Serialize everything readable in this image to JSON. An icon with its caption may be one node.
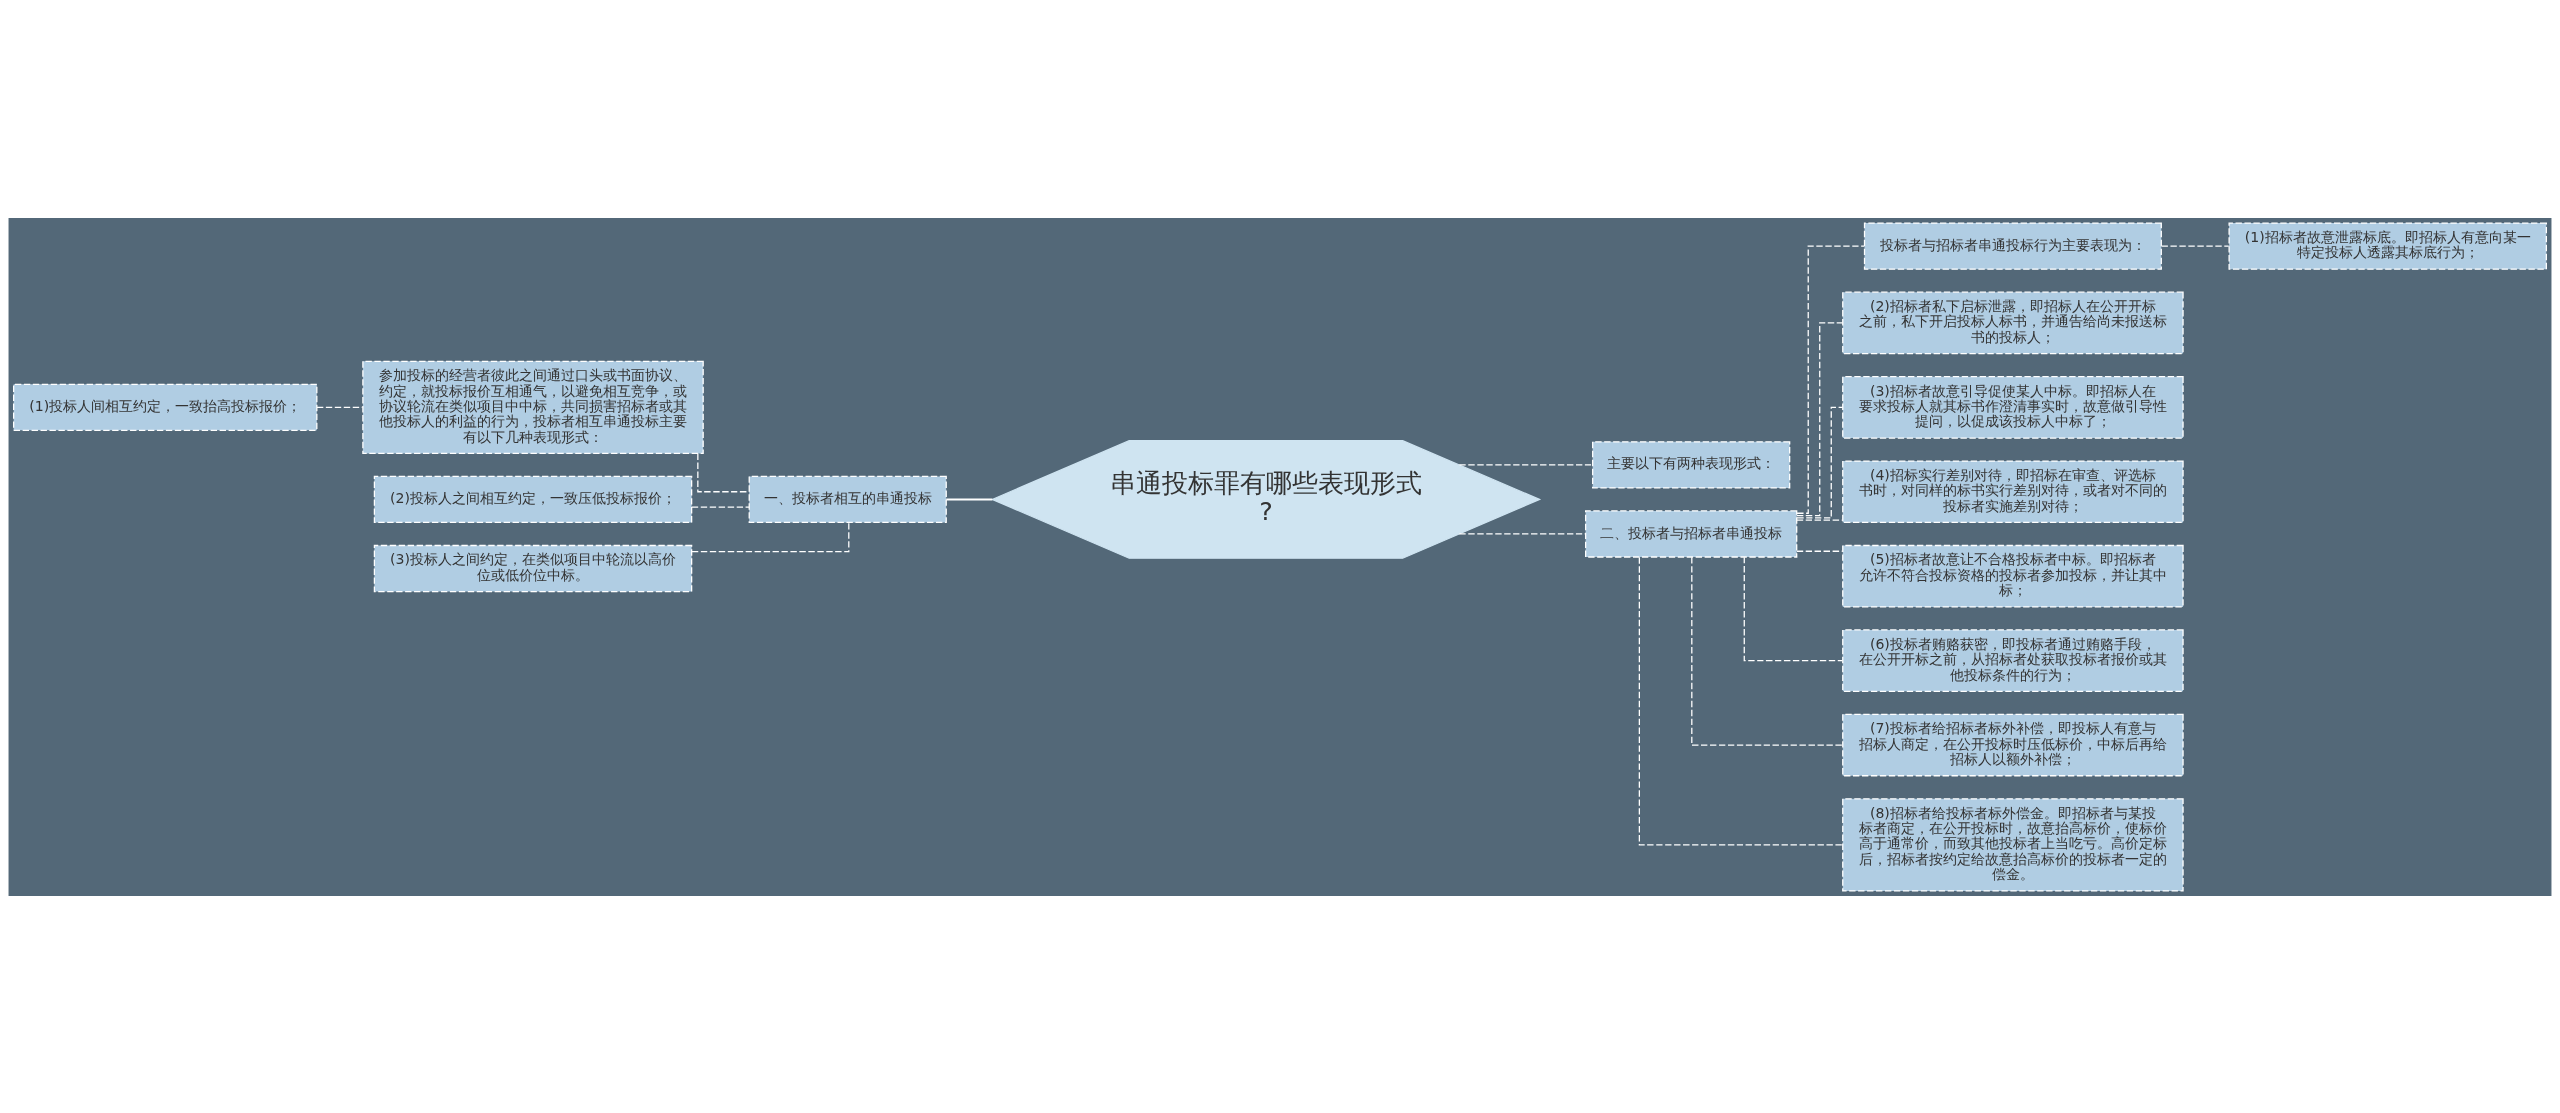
{
  "diagram": {
    "nodes": [
      {
        "text": [
          "串通投标罪有哪些表现形式?"
        ]
      },
      {
        "text": [
          "一、投标者相互的串通投标"
        ]
      },
      {
        "text": [
          "参加投标的经营者彼此之间通过口头或书面协议、约定，就投标报价互相通气，以避免相互竞争，或协议轮流在类似项目中中标，共同损害招标者或其他投标人的利益的行为，投标者相互串通投标主要有以下几种表现形式："
        ]
      },
      {
        "text": [
          "(1)投标人间相互约定，一致抬高投标报价；"
        ]
      },
      {
        "text": [
          "(2)投标人之间相互约定，一致压低投标报价；"
        ]
      },
      {
        "text": [
          "(3)投标人之间约定，在类似项目中轮流以高价位或低价位中标。"
        ]
      },
      {
        "text": [
          "主要以下有两种表现形式："
        ]
      },
      {
        "text": [
          "二、投标者与招标者串通投标"
        ]
      },
      {
        "text": [
          "投标者与招标者串通投标行为主要表现为："
        ]
      },
      {
        "text": [
          "(1)招标者故意泄露标底。即招标人有意向某一特定投标人透露其标底行为；"
        ]
      },
      {
        "text": [
          "(2)招标者私下启标泄露，即招标人在公开开标之前，私下开启投标人标书，并通告给尚未报送标书的投标人；"
        ]
      },
      {
        "text": [
          "(3)招标者故意引导促使某人中标。即招标人在要求投标人就其标书作澄清事实时，故意做引导性提问，以促成该投标人中标了；"
        ]
      },
      {
        "text": [
          "(4)招标实行差别对待，即招标在审查、评选标书时，对同样的标书实行差别对待，或者对不同的投标者实施差别对待；"
        ]
      },
      {
        "text": [
          "(5)招标者故意让不合格投标者中标。即招标者允许不符合投标资格的投标者参加投标，并让其中标；"
        ]
      },
      {
        "text": [
          "(6)投标者贿赂获密，即投标者通过贿赂手段，在公开开标之前，从招标者处获取投标者报价或其他投标条件的行为；"
        ]
      },
      {
        "text": [
          "(7)投标者给招标者标外补偿，即投标人有意与招标人商定，在公开投标时压低标价，中标后再给招标人以额外补偿；"
        ]
      },
      {
        "text": [
          "(8)招标者给投标者标外偿金。即招标者与某投标者商定，在公开投标时，故意抬高标价，使标价高于通常价，而致其他投标者上当吃亏。高价定标后，招标者按约定给故意抬高标价的投标者一定的偿金。"
        ]
      }
    ],
    "edges": [
      {
        "from": 0,
        "to": 1,
        "arrow": "none"
      },
      {
        "from": 1,
        "to": 2,
        "arrow": "none",
        "style": "dashed"
      },
      {
        "from": 2,
        "to": 3,
        "arrow": "none",
        "style": "dashed"
      },
      {
        "from": 1,
        "to": 4,
        "arrow": "none",
        "style": "dashed"
      },
      {
        "from": 1,
        "to": 5,
        "arrow": "none",
        "style": "dashed"
      },
      {
        "from": 0,
        "to": 6,
        "arrow": "none",
        "style": "dashed"
      },
      {
        "from": 0,
        "to": 7,
        "arrow": "none",
        "style": "dashed"
      },
      {
        "from": 7,
        "to": 8,
        "arrow": "none",
        "style": "dashed"
      },
      {
        "from": 8,
        "to": 9,
        "arrow": "none",
        "style": "dashed"
      },
      {
        "from": 7,
        "to": 10,
        "arrow": "none",
        "style": "dashed"
      },
      {
        "from": 7,
        "to": 11,
        "arrow": "none",
        "style": "dashed"
      },
      {
        "from": 7,
        "to": 12,
        "arrow": "none",
        "style": "dashed"
      },
      {
        "from": 7,
        "to": 13,
        "arrow": "none",
        "style": "dashed"
      },
      {
        "from": 7,
        "to": 14,
        "arrow": "none",
        "style": "dashed"
      },
      {
        "from": 7,
        "to": 15,
        "arrow": "none",
        "style": "dashed"
      },
      {
        "from": 7,
        "to": 16,
        "arrow": "none",
        "style": "dashed"
      }
    ]
  }
}
